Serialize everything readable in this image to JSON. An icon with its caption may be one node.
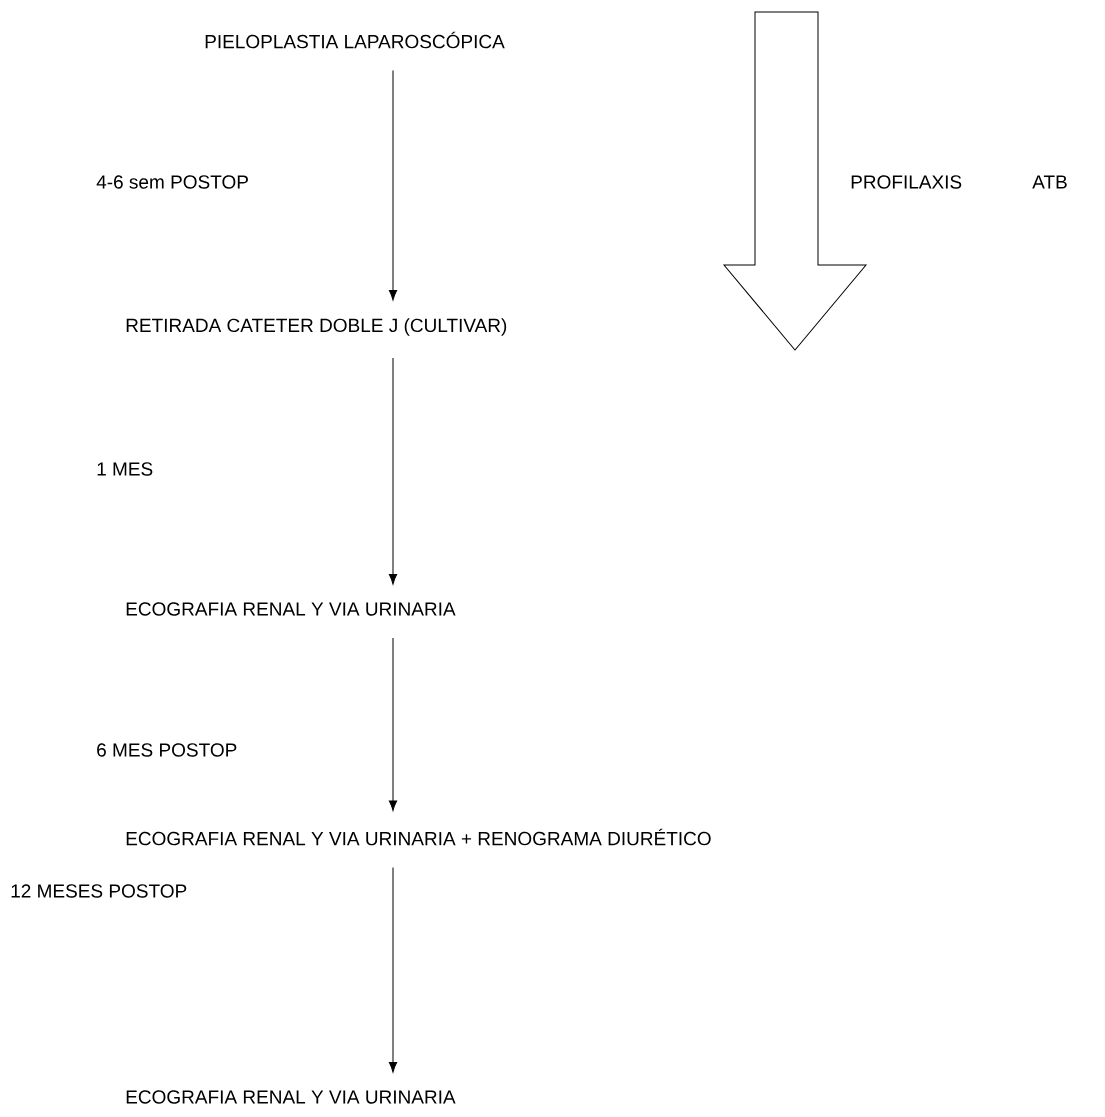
{
  "diagram": {
    "nodes": [
      {
        "text": [
          "PIELOPLASTIA LAPAROSCÓPICA"
        ]
      },
      {
        "text": [
          "RETIRADA CATETER DOBLE J (CULTIVAR)"
        ]
      },
      {
        "text": [
          "ECOGRAFIA RENAL Y VIA URINARIA"
        ]
      },
      {
        "text": [
          "ECOGRAFIA RENAL Y VIA URINARIA + RENOGRAMA DIURÉTICO"
        ]
      },
      {
        "text": [
          "ECOGRAFIA RENAL Y VIA URINARIA"
        ]
      }
    ],
    "edges": [
      {
        "from": 0,
        "to": 1,
        "arrow": "to"
      },
      {
        "from": 1,
        "to": 2,
        "arrow": "to"
      },
      {
        "from": 2,
        "to": 3,
        "arrow": "to"
      },
      {
        "from": 3,
        "to": 4,
        "arrow": "to"
      }
    ],
    "labels": [
      "4-6 sem POSTOP",
      "PROFILAXIS",
      "ATB",
      "1 MES",
      "6 MES POSTOP",
      "12 MESES POSTOP"
    ]
  }
}
